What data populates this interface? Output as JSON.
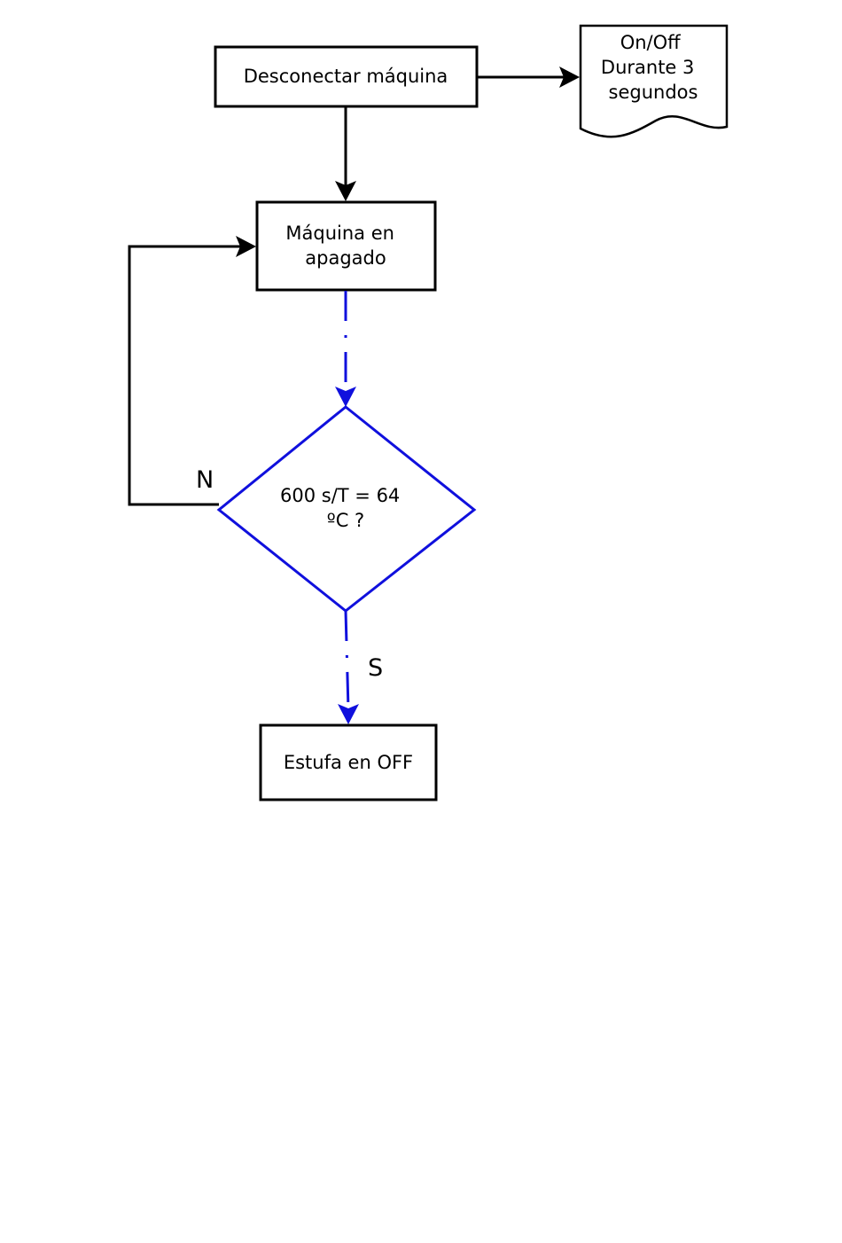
{
  "colors": {
    "black": "#000000",
    "blue": "#1010dd",
    "background": "#ffffff"
  },
  "nodes": {
    "disconnect": {
      "lines": [
        "Desconectar máquina"
      ]
    },
    "onoff_doc": {
      "lines": [
        "On/Off",
        "Durante 3",
        "segundos"
      ]
    },
    "machine_off": {
      "lines": [
        "Máquina en",
        "apagado"
      ]
    },
    "decision": {
      "lines": [
        "600 s/T = 64",
        "ºC ?"
      ]
    },
    "stove_off": {
      "lines": [
        "Estufa en OFF"
      ]
    }
  },
  "edge_labels": {
    "no": "N",
    "yes": "S"
  }
}
